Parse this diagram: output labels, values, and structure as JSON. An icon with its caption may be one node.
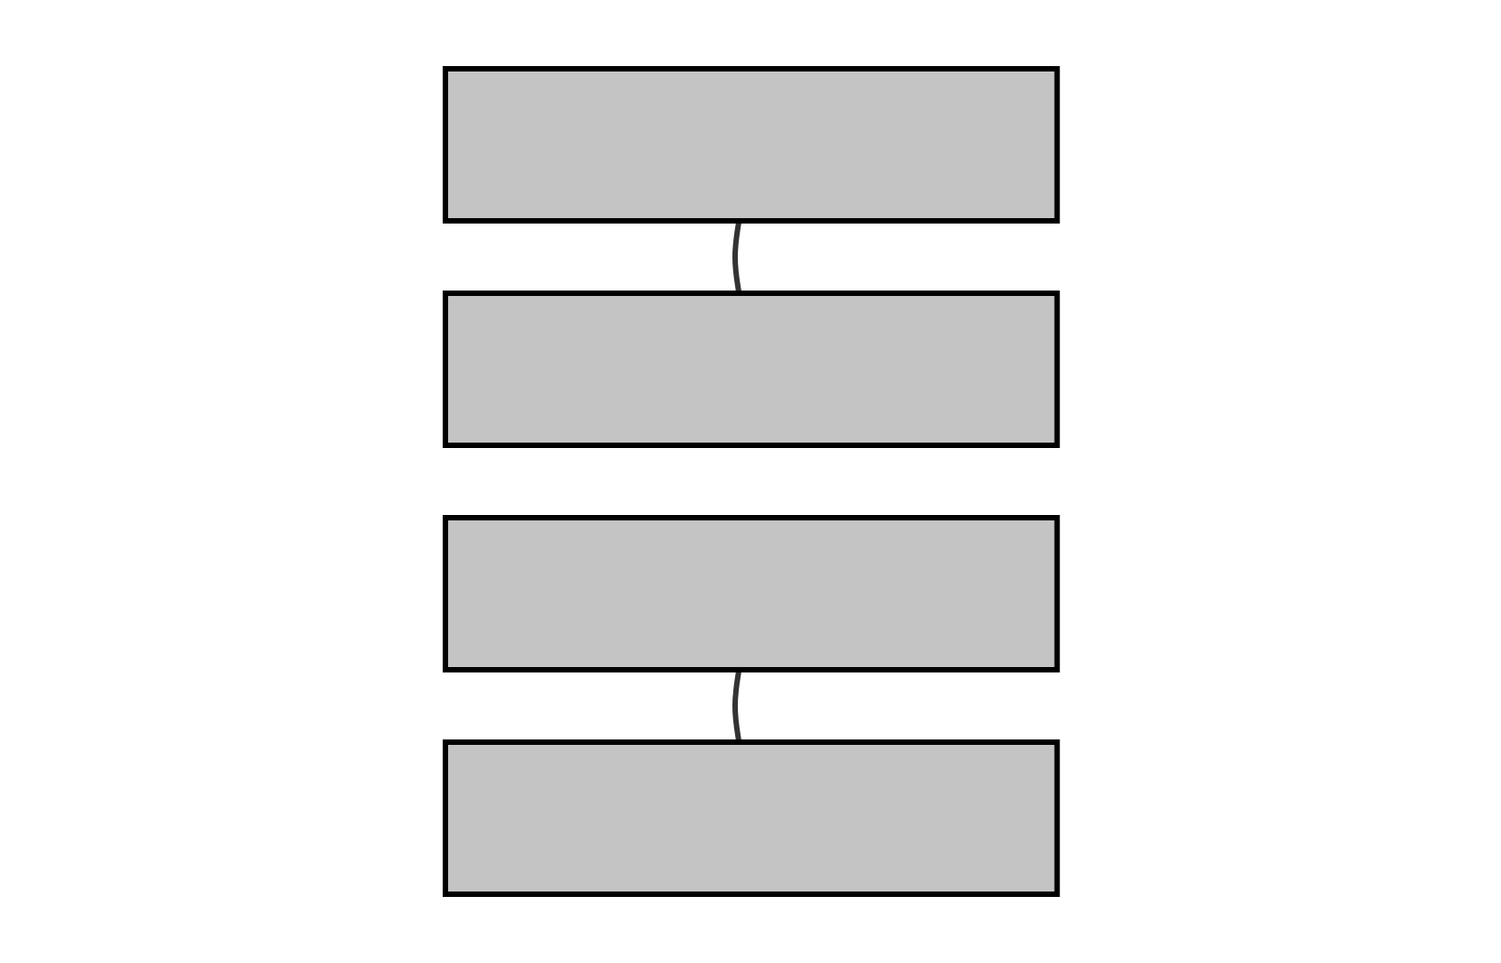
{
  "diagram": {
    "nodes": [
      {
        "text": [],
        "shape": "box"
      },
      {
        "text": [],
        "shape": "box"
      },
      {
        "text": [],
        "shape": "box"
      },
      {
        "text": [],
        "shape": "box"
      }
    ],
    "edges": [
      {
        "from": 0,
        "to": 1,
        "arrow": "none"
      },
      {
        "from": 2,
        "to": 3,
        "arrow": "none"
      }
    ]
  }
}
